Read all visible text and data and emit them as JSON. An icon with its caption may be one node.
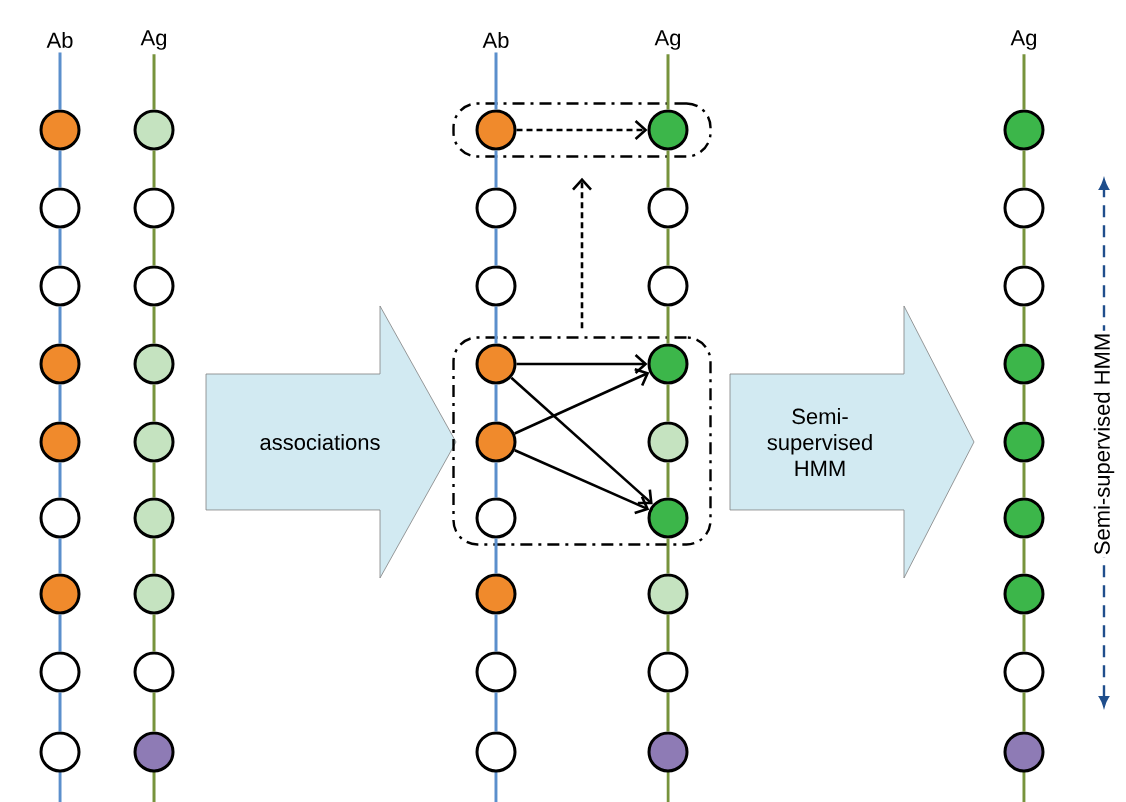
{
  "diagram": {
    "nodes": [
      {
        "text": [],
        "shape": "circle"
      },
      {
        "text": [],
        "shape": "circle"
      },
      {
        "text": [],
        "shape": "circle"
      },
      {
        "text": [],
        "shape": "circle"
      },
      {
        "text": [],
        "shape": "circle"
      },
      {
        "text": [],
        "shape": "circle"
      },
      {
        "text": [],
        "shape": "circle"
      },
      {
        "text": [],
        "shape": "circle"
      },
      {
        "text": [],
        "shape": "circle"
      },
      {
        "text": [],
        "shape": "circle"
      },
      {
        "text": [],
        "shape": "circle"
      },
      {
        "text": [],
        "shape": "circle"
      },
      {
        "text": [],
        "shape": "circle"
      },
      {
        "text": [],
        "shape": "circle"
      },
      {
        "text": [],
        "shape": "circle"
      },
      {
        "text": [],
        "shape": "circle"
      },
      {
        "text": [],
        "shape": "circle"
      },
      {
        "text": [],
        "shape": "circle"
      },
      {
        "text": [
          "associations"
        ]
      },
      {
        "text": [],
        "shape": "box"
      },
      {
        "text": [],
        "shape": "box"
      },
      {
        "text": [],
        "shape": "circle",
        "in": 19
      },
      {
        "text": [],
        "shape": "circle"
      },
      {
        "text": [],
        "shape": "circle"
      },
      {
        "text": [],
        "shape": "circle",
        "in": 20
      },
      {
        "text": [],
        "shape": "circle",
        "in": 20
      },
      {
        "text": [],
        "shape": "circle",
        "in": 20
      },
      {
        "text": [],
        "shape": "circle"
      },
      {
        "text": [],
        "shape": "circle"
      },
      {
        "text": [],
        "shape": "circle"
      },
      {
        "text": [],
        "shape": "circle",
        "in": 19
      },
      {
        "text": [],
        "shape": "circle"
      },
      {
        "text": [],
        "shape": "circle"
      },
      {
        "text": [],
        "shape": "circle",
        "in": 20
      },
      {
        "text": [],
        "shape": "circle",
        "in": 20
      },
      {
        "text": [],
        "shape": "circle",
        "in": 20
      },
      {
        "text": [],
        "shape": "circle"
      },
      {
        "text": [],
        "shape": "circle"
      },
      {
        "text": [],
        "shape": "circle"
      },
      {
        "text": [
          "Semi-supervised HMM"
        ]
      },
      {
        "text": [],
        "shape": "circle"
      },
      {
        "text": [],
        "shape": "circle"
      },
      {
        "text": [],
        "shape": "circle"
      },
      {
        "text": [],
        "shape": "circle"
      },
      {
        "text": [],
        "shape": "circle"
      },
      {
        "text": [],
        "shape": "circle"
      },
      {
        "text": [],
        "shape": "circle"
      },
      {
        "text": [],
        "shape": "circle"
      },
      {
        "text": [],
        "shape": "circle"
      },
      {
        "text": [
          "Ab"
        ]
      },
      {
        "text": [
          "Ag"
        ]
      },
      {
        "text": [
          "Ab"
        ]
      },
      {
        "text": [
          "Ag"
        ]
      },
      {
        "text": [
          "Ag"
        ]
      }
    ],
    "edges": [
      {
        "from": 0,
        "to": 1,
        "arrow": "none",
        "color": "#5b8fcc"
      },
      {
        "from": 1,
        "to": 2,
        "arrow": "none",
        "color": "#5b8fcc"
      },
      {
        "from": 2,
        "to": 3,
        "arrow": "none",
        "color": "#5b8fcc"
      },
      {
        "from": 3,
        "to": 4,
        "arrow": "none",
        "color": "#5b8fcc"
      },
      {
        "from": 4,
        "to": 5,
        "arrow": "none",
        "color": "#5b8fcc"
      },
      {
        "from": 5,
        "to": 6,
        "arrow": "none",
        "color": "#5b8fcc"
      },
      {
        "from": 6,
        "to": 7,
        "arrow": "none",
        "color": "#5b8fcc"
      },
      {
        "from": 7,
        "to": 8,
        "arrow": "none",
        "color": "#5b8fcc"
      },
      {
        "from": 9,
        "to": 10,
        "arrow": "none",
        "color": "#77933c"
      },
      {
        "from": 10,
        "to": 11,
        "arrow": "none",
        "color": "#77933c"
      },
      {
        "from": 11,
        "to": 12,
        "arrow": "none",
        "color": "#77933c"
      },
      {
        "from": 12,
        "to": 13,
        "arrow": "none",
        "color": "#77933c"
      },
      {
        "from": 13,
        "to": 14,
        "arrow": "none",
        "color": "#77933c"
      },
      {
        "from": 14,
        "to": 15,
        "arrow": "none",
        "color": "#77933c"
      },
      {
        "from": 15,
        "to": 16,
        "arrow": "none",
        "color": "#77933c"
      },
      {
        "from": 16,
        "to": 17,
        "arrow": "none",
        "color": "#77933c"
      },
      {
        "from": 21,
        "to": 22,
        "arrow": "none",
        "color": "#5b8fcc"
      },
      {
        "from": 22,
        "to": 23,
        "arrow": "none",
        "color": "#5b8fcc"
      },
      {
        "from": 23,
        "to": 24,
        "arrow": "none",
        "color": "#5b8fcc"
      },
      {
        "from": 24,
        "to": 25,
        "arrow": "none",
        "color": "#5b8fcc"
      },
      {
        "from": 25,
        "to": 26,
        "arrow": "none",
        "color": "#5b8fcc"
      },
      {
        "from": 26,
        "to": 27,
        "arrow": "none",
        "color": "#5b8fcc"
      },
      {
        "from": 27,
        "to": 28,
        "arrow": "none",
        "color": "#5b8fcc"
      },
      {
        "from": 28,
        "to": 29,
        "arrow": "none",
        "color": "#5b8fcc"
      },
      {
        "from": 30,
        "to": 31,
        "arrow": "none",
        "color": "#77933c"
      },
      {
        "from": 31,
        "to": 32,
        "arrow": "none",
        "color": "#77933c"
      },
      {
        "from": 32,
        "to": 33,
        "arrow": "none",
        "color": "#77933c"
      },
      {
        "from": 33,
        "to": 34,
        "arrow": "none",
        "color": "#77933c"
      },
      {
        "from": 34,
        "to": 35,
        "arrow": "none",
        "color": "#77933c"
      },
      {
        "from": 35,
        "to": 36,
        "arrow": "none",
        "color": "#77933c"
      },
      {
        "from": 36,
        "to": 37,
        "arrow": "none",
        "color": "#77933c"
      },
      {
        "from": 37,
        "to": 38,
        "arrow": "none",
        "color": "#77933c"
      },
      {
        "from": 40,
        "to": 41,
        "arrow": "none",
        "color": "#77933c"
      },
      {
        "from": 41,
        "to": 42,
        "arrow": "none",
        "color": "#77933c"
      },
      {
        "from": 42,
        "to": 43,
        "arrow": "none",
        "color": "#77933c"
      },
      {
        "from": 43,
        "to": 44,
        "arrow": "none",
        "color": "#77933c"
      },
      {
        "from": 44,
        "to": 45,
        "arrow": "none",
        "color": "#77933c"
      },
      {
        "from": 45,
        "to": 46,
        "arrow": "none",
        "color": "#77933c"
      },
      {
        "from": 46,
        "to": 47,
        "arrow": "none",
        "color": "#77933c"
      },
      {
        "from": 47,
        "to": 48,
        "arrow": "none",
        "color": "#77933c"
      },
      {
        "from": 21,
        "to": 30,
        "arrow": "to",
        "style": "dashed",
        "color": "#000000"
      },
      {
        "from": 20,
        "to": 19,
        "arrow": "to",
        "style": "dashed",
        "color": "#000000"
      },
      {
        "from": 24,
        "to": 33,
        "arrow": "to",
        "color": "#000000"
      },
      {
        "from": 24,
        "to": 35,
        "arrow": "to",
        "color": "#000000"
      },
      {
        "from": 25,
        "to": 33,
        "arrow": "to",
        "color": "#000000"
      },
      {
        "from": 25,
        "to": 35,
        "arrow": "to",
        "color": "#000000"
      },
      {
        "from": 49,
        "to": 0,
        "arrow": "none",
        "color": "#5b8fcc"
      },
      {
        "from": 50,
        "to": 9,
        "arrow": "none",
        "color": "#77933c"
      },
      {
        "from": 51,
        "to": 21,
        "arrow": "none",
        "color": "#5b8fcc"
      },
      {
        "from": 52,
        "to": 30,
        "arrow": "none",
        "color": "#77933c"
      },
      {
        "from": 53,
        "to": 40,
        "arrow": "none",
        "color": "#77933c"
      }
    ],
    "labels": [
      "Semi-supervised HMM"
    ]
  }
}
